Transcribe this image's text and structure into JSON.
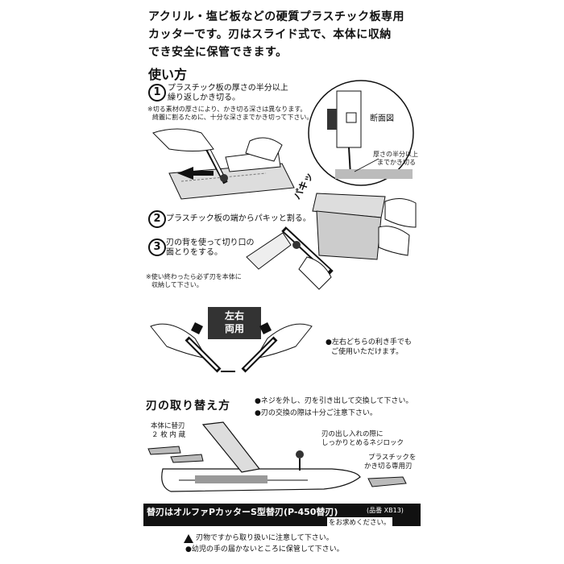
{
  "intro": {
    "line1": "アクリル・塩ビ板などの硬質プラスチック板専用",
    "line2": "カッターです。刃はスライド式で、本体に収納",
    "line3": "でき安全に保管できます。"
  },
  "usage": {
    "heading": "使い方",
    "step1": {
      "number": "1",
      "line1": "プラスチック板の厚さの半分以上",
      "line2": "繰り返しかき切る。",
      "note1": "※切る素材の厚さにより、かき切る深さは異なります。",
      "note2": "綺麗に割るために、十分な深さまでかき切って下さい。"
    },
    "cross_section_label": "断面図",
    "depth_label1": "厚さの半分以上",
    "depth_label2": "までかき切る",
    "snap_sound": "パキッ",
    "step2": {
      "number": "2",
      "text": "プラスチック板の端からパキッと割る。"
    },
    "step3": {
      "number": "3",
      "line1": "刃の背を使って切り口の",
      "line2": "面とりをする。"
    },
    "storage_note1": "※使い終わったら必ず刃を本体に",
    "storage_note2": "収納して下さい。"
  },
  "ambidextrous": {
    "badge_line1": "左右",
    "badge_line2": "両用",
    "text1": "●左右どちらの利き手でも",
    "text2": "ご使用いただけます。"
  },
  "replacement": {
    "heading": "刃の取り替え方",
    "bullet1": "●ネジを外し、刃を引き出して交換して下さい。",
    "bullet2": "●刃の交換の際は十分ご注意下さい。",
    "spare_label1": "本体に替刃",
    "spare_label2": "２ 枚 内 蔵",
    "lock_label1": "刃の出し入れの際に",
    "lock_label2": "しっかりとめるネジロック",
    "blade_label1": "プラスチックを",
    "blade_label2": "かき切る専用刃"
  },
  "refill": {
    "main": "替刃はオルファPカッターS型替刃(P-450替刃)",
    "code": "(品番 XB13)",
    "suffix": "をお求めください。"
  },
  "warnings": {
    "line1": "刃物ですから取り扱いに注意して下さい。",
    "line2": "●幼児の手の届かないところに保管して下さい。"
  },
  "colors": {
    "ink": "#111111",
    "gray": "#bbbbbb",
    "dark_gray": "#555555"
  }
}
